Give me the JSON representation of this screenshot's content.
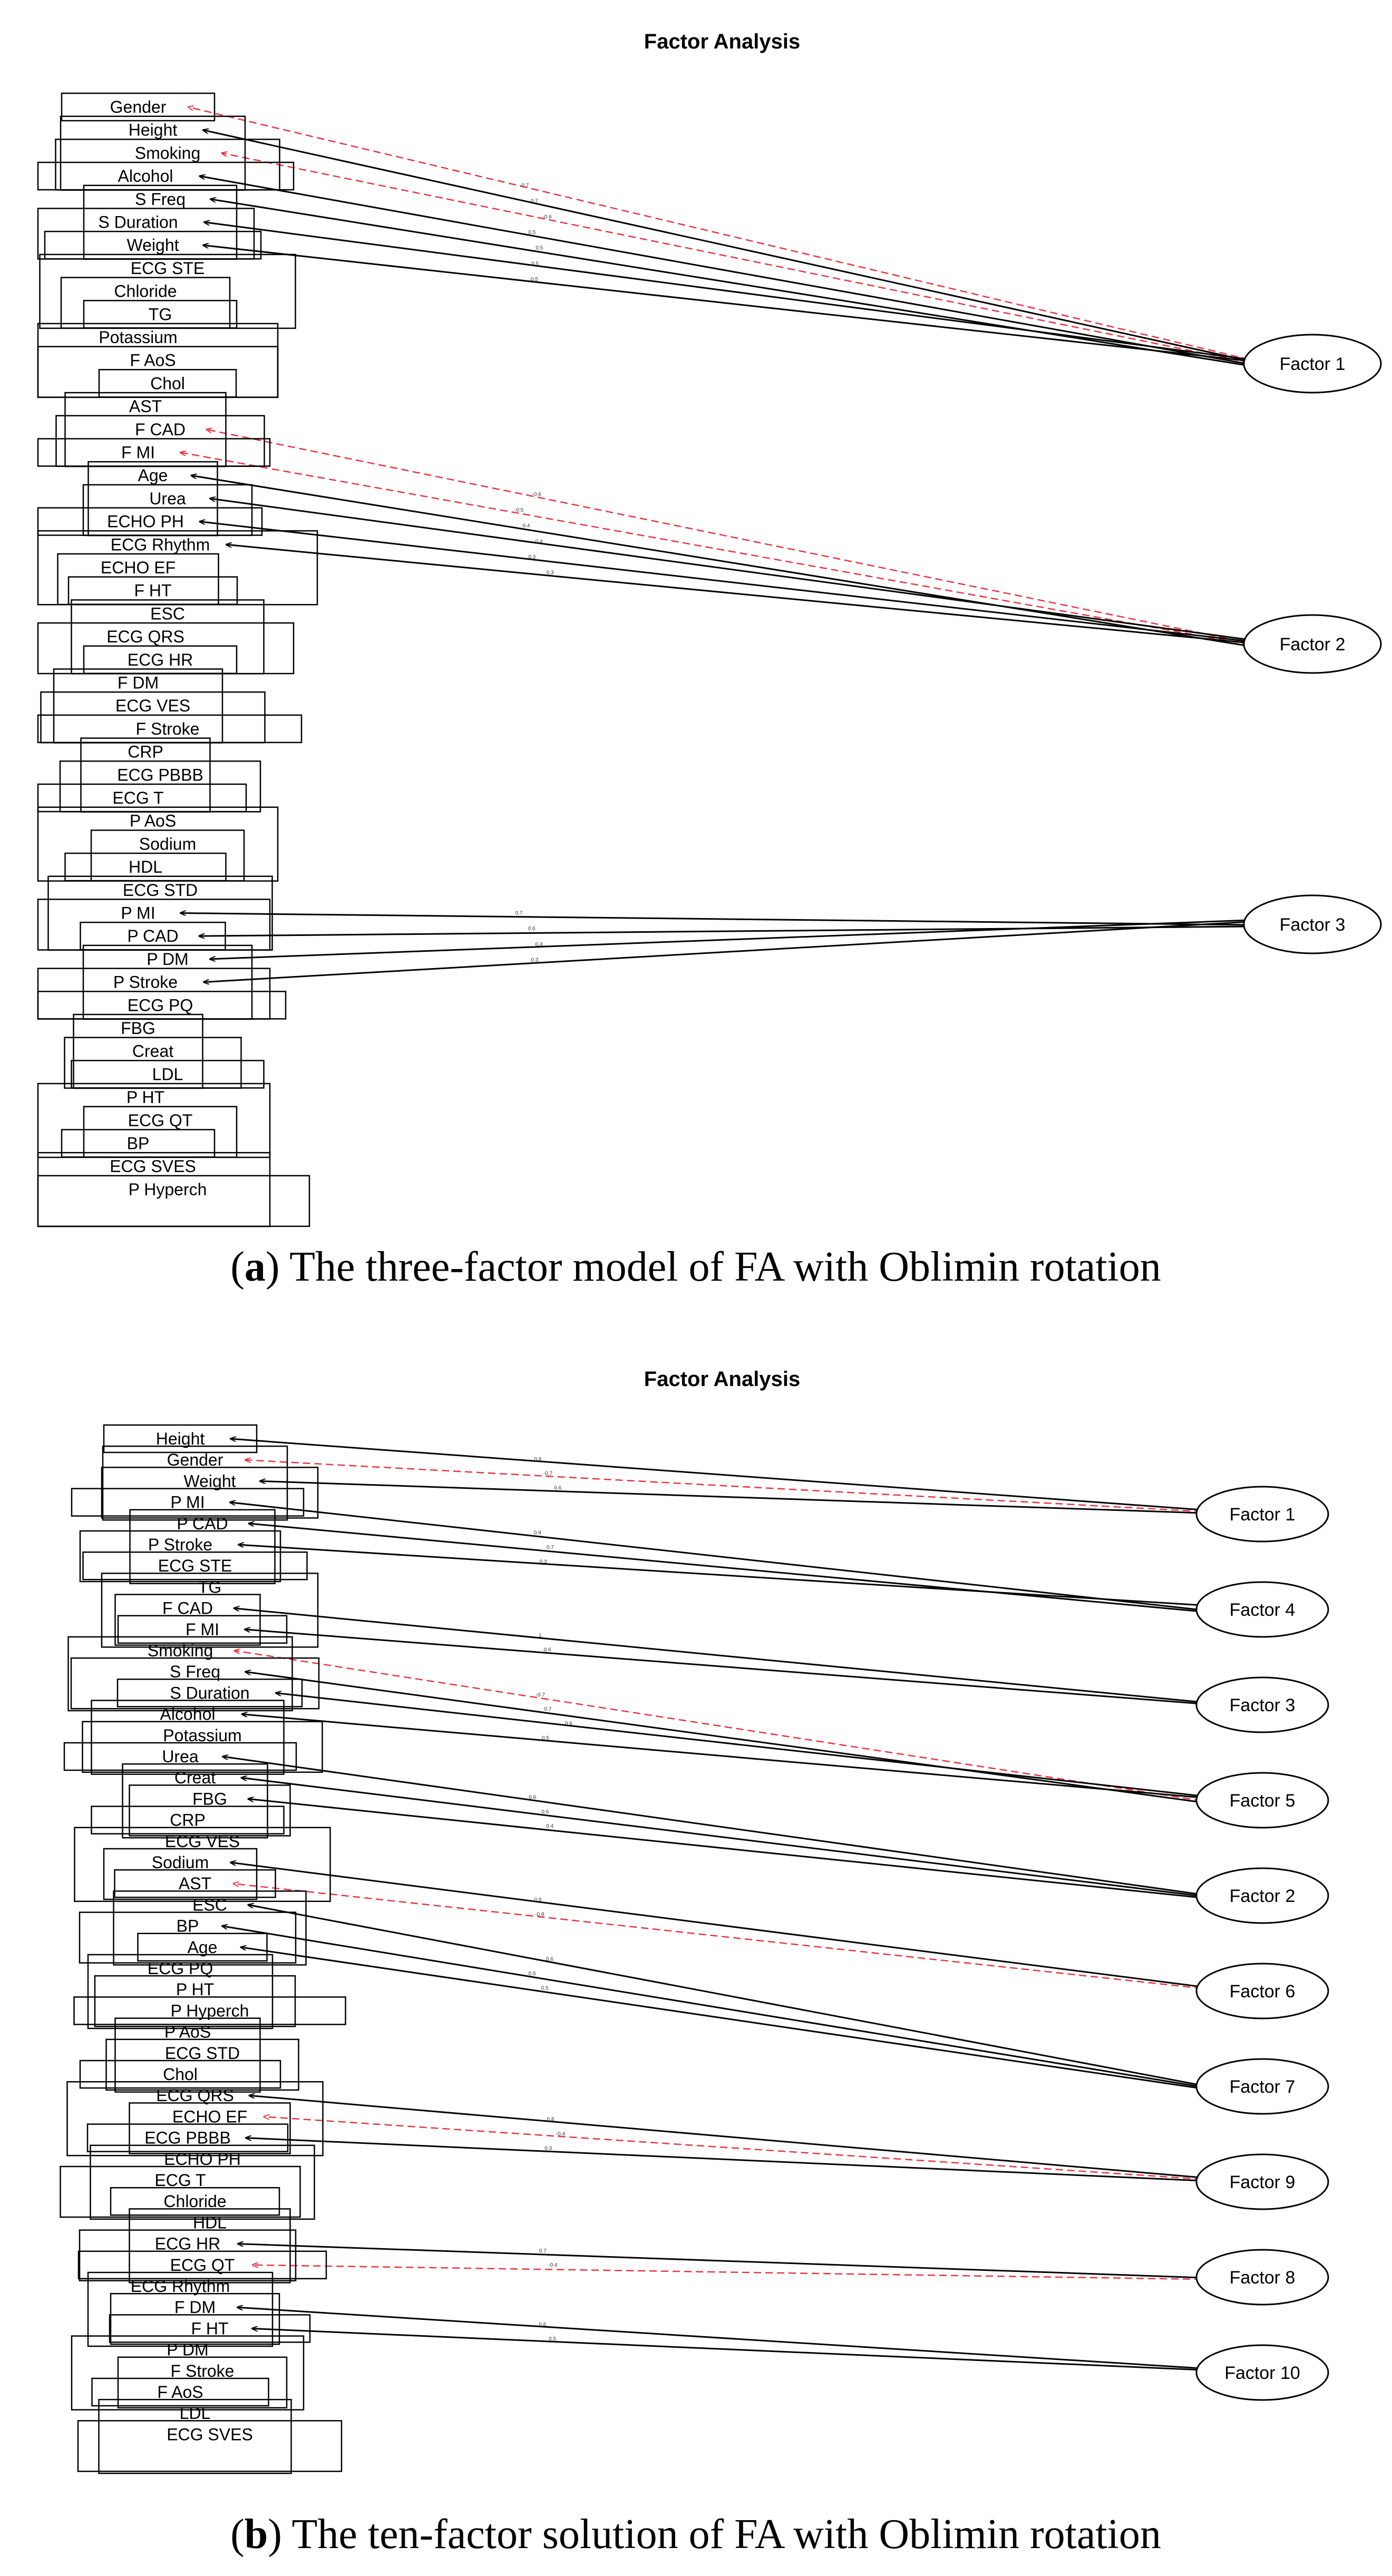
{
  "panels": [
    {
      "id": "a",
      "title": "Factor Analysis",
      "caption_letter": "a",
      "caption_text": "The three-factor model of FA with Oblimin rotation",
      "variables": [
        "Gender",
        "Height",
        "Smoking",
        "Alcohol",
        "S_Freq",
        "S_Duration",
        "Weight",
        "ECG_STE",
        "Chloride",
        "TG",
        "Potassium",
        "F_AoS",
        "Chol",
        "AST",
        "F_CAD",
        "F_MI",
        "Age",
        "Urea",
        "ECHO_PH",
        "ECG_Rhythm",
        "ECHO_EF",
        "F_HT",
        "ESC",
        "ECG_QRS",
        "ECG_HR",
        "F_DM",
        "ECG_VES",
        "F_Stroke",
        "CRP",
        "ECG_PBBB",
        "ECG_T",
        "P_AoS",
        "Sodium",
        "HDL",
        "ECG_STD",
        "P_MI",
        "P_CAD",
        "P_DM",
        "P_Stroke",
        "ECG_PQ",
        "FBG",
        "Creat",
        "LDL",
        "P_HT",
        "ECG_QT",
        "BP",
        "ECG_SVES",
        "P_Hyperch"
      ],
      "factors": [
        "Factor 1",
        "Factor 2",
        "Factor 3"
      ],
      "paths": [
        {
          "factor": "Factor 1",
          "variable": "Gender",
          "loading": "-0.7",
          "negative": true
        },
        {
          "factor": "Factor 1",
          "variable": "Height",
          "loading": "0.7",
          "negative": false
        },
        {
          "factor": "Factor 1",
          "variable": "Smoking",
          "loading": "-0.6",
          "negative": true
        },
        {
          "factor": "Factor 1",
          "variable": "Alcohol",
          "loading": "0.5",
          "negative": false
        },
        {
          "factor": "Factor 1",
          "variable": "S_Freq",
          "loading": "0.5",
          "negative": false
        },
        {
          "factor": "Factor 1",
          "variable": "S_Duration",
          "loading": "0.5",
          "negative": false
        },
        {
          "factor": "Factor 1",
          "variable": "Weight",
          "loading": "0.5",
          "negative": false
        },
        {
          "factor": "Factor 2",
          "variable": "F_CAD",
          "loading": "-0.6",
          "negative": true
        },
        {
          "factor": "Factor 2",
          "variable": "F_MI",
          "loading": "-0.5",
          "negative": true
        },
        {
          "factor": "Factor 2",
          "variable": "Age",
          "loading": "0.4",
          "negative": false
        },
        {
          "factor": "Factor 2",
          "variable": "Urea",
          "loading": "0.4",
          "negative": false
        },
        {
          "factor": "Factor 2",
          "variable": "ECHO_PH",
          "loading": "0.3",
          "negative": false
        },
        {
          "factor": "Factor 2",
          "variable": "ECG_Rhythm",
          "loading": "0.3",
          "negative": false
        },
        {
          "factor": "Factor 3",
          "variable": "P_MI",
          "loading": "0.7",
          "negative": false
        },
        {
          "factor": "Factor 3",
          "variable": "P_CAD",
          "loading": "0.6",
          "negative": false
        },
        {
          "factor": "Factor 3",
          "variable": "P_DM",
          "loading": "0.4",
          "negative": false
        },
        {
          "factor": "Factor 3",
          "variable": "P_Stroke",
          "loading": "0.3",
          "negative": false
        }
      ]
    },
    {
      "id": "b",
      "title": "Factor Analysis",
      "caption_letter": "b",
      "caption_text": "The ten-factor solution of FA with Oblimin rotation",
      "variables": [
        "Height",
        "Gender",
        "Weight",
        "P_MI",
        "P_CAD",
        "P_Stroke",
        "ECG_STE",
        "TG",
        "F_CAD",
        "F_MI",
        "Smoking",
        "S_Freq",
        "S_Duration",
        "Alcohol",
        "Potassium",
        "Urea",
        "Creat",
        "FBG",
        "CRP",
        "ECG_VES",
        "Sodium",
        "AST",
        "ESC",
        "BP",
        "Age",
        "ECG_PQ",
        "P_HT",
        "P_Hyperch",
        "P_AoS",
        "ECG_STD",
        "Chol",
        "ECG_QRS",
        "ECHO_EF",
        "ECG_PBBB",
        "ECHO_PH",
        "ECG_T",
        "Chloride",
        "HDL",
        "ECG_HR",
        "ECG_QT",
        "ECG_Rhythm",
        "F_DM",
        "F_HT",
        "P_DM",
        "F_Stroke",
        "F_AoS",
        "LDL",
        "ECG_SVES"
      ],
      "factors": [
        "Factor 1",
        "Factor 4",
        "Factor 3",
        "Factor 5",
        "Factor 2",
        "Factor 6",
        "Factor 7",
        "Factor 9",
        "Factor 8",
        "Factor 10"
      ],
      "paths": [
        {
          "factor": "Factor 1",
          "variable": "Height",
          "loading": "0.8",
          "negative": false
        },
        {
          "factor": "Factor 1",
          "variable": "Gender",
          "loading": "-0.7",
          "negative": true
        },
        {
          "factor": "Factor 1",
          "variable": "Weight",
          "loading": "0.6",
          "negative": false
        },
        {
          "factor": "Factor 4",
          "variable": "P_MI",
          "loading": "0.9",
          "negative": false
        },
        {
          "factor": "Factor 4",
          "variable": "P_CAD",
          "loading": "0.7",
          "negative": false
        },
        {
          "factor": "Factor 4",
          "variable": "P_Stroke",
          "loading": "0.3",
          "negative": false
        },
        {
          "factor": "Factor 3",
          "variable": "F_CAD",
          "loading": "1",
          "negative": false
        },
        {
          "factor": "Factor 3",
          "variable": "F_MI",
          "loading": "0.6",
          "negative": false
        },
        {
          "factor": "Factor 5",
          "variable": "Smoking",
          "loading": "-0.7",
          "negative": true
        },
        {
          "factor": "Factor 5",
          "variable": "S_Freq",
          "loading": "0.7",
          "negative": false
        },
        {
          "factor": "Factor 5",
          "variable": "S_Duration",
          "loading": "0.6",
          "negative": false
        },
        {
          "factor": "Factor 5",
          "variable": "Alcohol",
          "loading": "0.5",
          "negative": false
        },
        {
          "factor": "Factor 2",
          "variable": "Urea",
          "loading": "0.6",
          "negative": false
        },
        {
          "factor": "Factor 2",
          "variable": "Creat",
          "loading": "0.6",
          "negative": false
        },
        {
          "factor": "Factor 2",
          "variable": "FBG",
          "loading": "0.4",
          "negative": false
        },
        {
          "factor": "Factor 6",
          "variable": "Sodium",
          "loading": "0.9",
          "negative": false
        },
        {
          "factor": "Factor 6",
          "variable": "AST",
          "loading": "-0.8",
          "negative": true
        },
        {
          "factor": "Factor 7",
          "variable": "ESC",
          "loading": "0.6",
          "negative": false
        },
        {
          "factor": "Factor 7",
          "variable": "BP",
          "loading": "0.5",
          "negative": false
        },
        {
          "factor": "Factor 7",
          "variable": "Age",
          "loading": "0.5",
          "negative": false
        },
        {
          "factor": "Factor 9",
          "variable": "ECG_QRS",
          "loading": "0.8",
          "negative": false
        },
        {
          "factor": "Factor 9",
          "variable": "ECHO_EF",
          "loading": "-0.4",
          "negative": true
        },
        {
          "factor": "Factor 9",
          "variable": "ECG_PBBB",
          "loading": "0.3",
          "negative": false
        },
        {
          "factor": "Factor 8",
          "variable": "ECG_HR",
          "loading": "0.7",
          "negative": false
        },
        {
          "factor": "Factor 8",
          "variable": "ECG_QT",
          "loading": "-0.4",
          "negative": true
        },
        {
          "factor": "Factor 10",
          "variable": "F_DM",
          "loading": "0.6",
          "negative": false
        },
        {
          "factor": "Factor 10",
          "variable": "F_HT",
          "loading": "0.5",
          "negative": false
        }
      ]
    }
  ]
}
